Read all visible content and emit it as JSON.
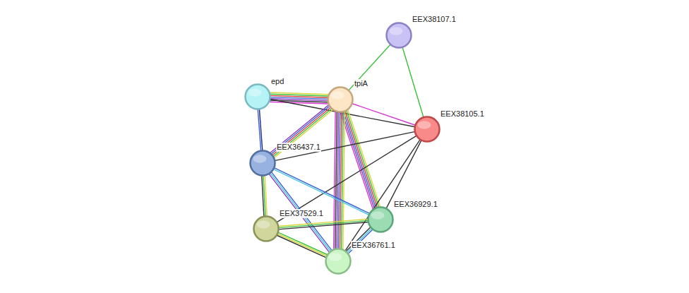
{
  "diagram": {
    "nodes": [
      {
        "text": [
          "EEX38107.1"
        ]
      },
      {
        "text": [
          "epd"
        ]
      },
      {
        "text": [
          "tpiA"
        ]
      },
      {
        "text": [
          "EEX38105.1"
        ]
      },
      {
        "text": [
          "EEX36437.1"
        ]
      },
      {
        "text": [
          "EEX37529.1"
        ]
      },
      {
        "text": [
          "EEX36929.1"
        ]
      },
      {
        "text": [
          "EEX36761.1"
        ]
      }
    ],
    "edges": [
      {
        "from": 0,
        "to": 2,
        "arrow": "none"
      },
      {
        "from": 0,
        "to": 3,
        "arrow": "none"
      },
      {
        "from": 1,
        "to": 2,
        "arrow": "none"
      },
      {
        "from": 1,
        "to": 3,
        "arrow": "none"
      },
      {
        "from": 1,
        "to": 4,
        "arrow": "none"
      },
      {
        "from": 2,
        "to": 3,
        "arrow": "none"
      },
      {
        "from": 2,
        "to": 4,
        "arrow": "none"
      },
      {
        "from": 2,
        "to": 6,
        "arrow": "none"
      },
      {
        "from": 2,
        "to": 7,
        "arrow": "none"
      },
      {
        "from": 3,
        "to": 4,
        "arrow": "none"
      },
      {
        "from": 3,
        "to": 5,
        "arrow": "none"
      },
      {
        "from": 3,
        "to": 6,
        "arrow": "none"
      },
      {
        "from": 3,
        "to": 7,
        "arrow": "none"
      },
      {
        "from": 4,
        "to": 5,
        "arrow": "none"
      },
      {
        "from": 4,
        "to": 6,
        "arrow": "none"
      },
      {
        "from": 4,
        "to": 7,
        "arrow": "none"
      },
      {
        "from": 5,
        "to": 6,
        "arrow": "none"
      },
      {
        "from": 5,
        "to": 7,
        "arrow": "none"
      },
      {
        "from": 6,
        "to": 7,
        "arrow": "none"
      }
    ]
  }
}
